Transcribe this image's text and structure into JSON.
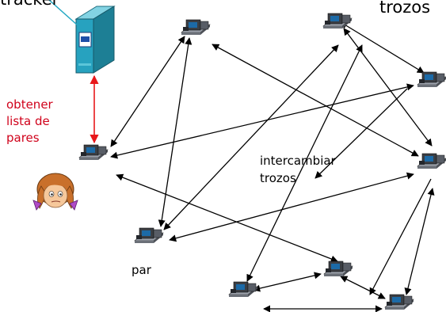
{
  "labels": {
    "top_left": "tracker",
    "top_right": "trozos",
    "get_peer_list": [
      "obtener",
      "lista de",
      "pares"
    ],
    "exchange_chunks": [
      "intercambiar",
      "trozos"
    ],
    "peer": "par"
  },
  "icons": {
    "server": "server-tower-icon",
    "peer": "computer-peer-icon",
    "user": "cartoon-girl-icon"
  },
  "colors": {
    "tracker_link": "#e8181b",
    "links": "#000000",
    "server_body": "#27a2bf"
  }
}
